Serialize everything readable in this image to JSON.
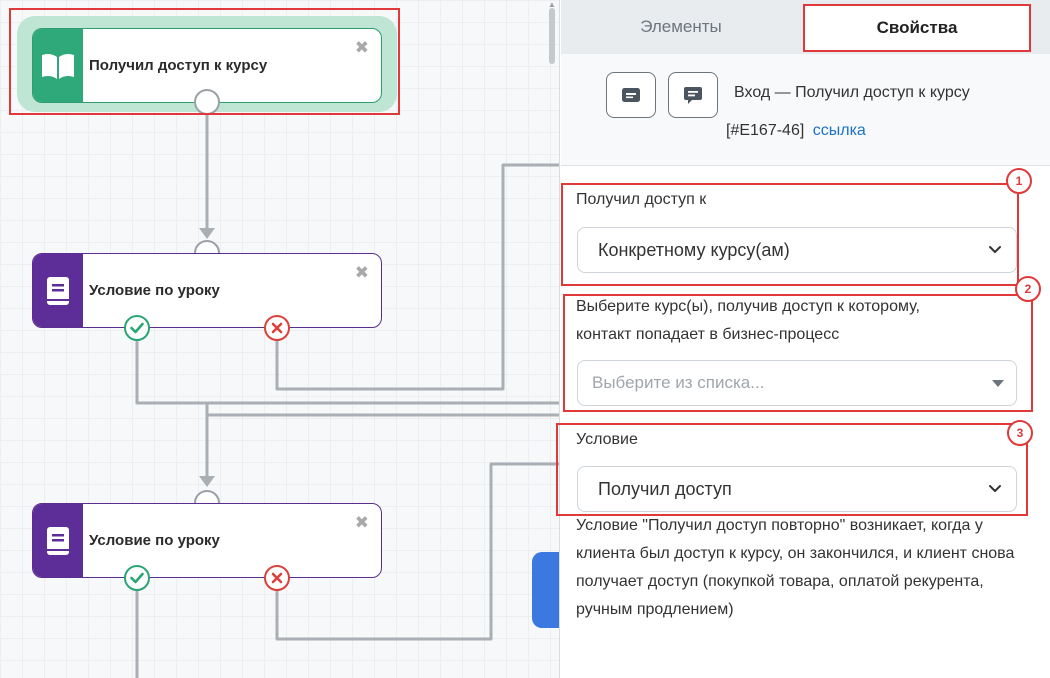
{
  "canvas": {
    "nodes": [
      {
        "title": "Получил доступ к курсу",
        "icon": "book-open-icon"
      },
      {
        "title": "Условие по уроку",
        "icon": "book-icon"
      },
      {
        "title": "Условие по уроку",
        "icon": "book-icon"
      }
    ],
    "close_glyph": "✖"
  },
  "panel": {
    "tabs": {
      "elements": "Элементы",
      "properties": "Свойства"
    },
    "entry_title": "Вход — Получил доступ к курсу",
    "entry_id": "[#E167-46]",
    "entry_link": "ссылка",
    "field1": {
      "label": "Получил доступ к",
      "value": "Конкретному курсу(ам)",
      "badge": "1"
    },
    "field2": {
      "label_line1": "Выберите курс(ы), получив доступ к которому,",
      "label_line2": "контакт попадает в бизнес-процесс",
      "placeholder": "Выберите из списка...",
      "badge": "2"
    },
    "field3": {
      "label": "Условие",
      "value": "Получил доступ",
      "badge": "3"
    },
    "description": "Условие \"Получил доступ повторно\" возникает, когда у клиента был доступ к курсу, он закончился, и клиент снова получает доступ (покупкой товара, оплатой рекурента, ручным продлением)"
  },
  "colors": {
    "accent_red": "#e0393a",
    "node_green": "#2fa87a",
    "node_purple": "#5d2e98",
    "link_blue": "#1a73c8"
  }
}
